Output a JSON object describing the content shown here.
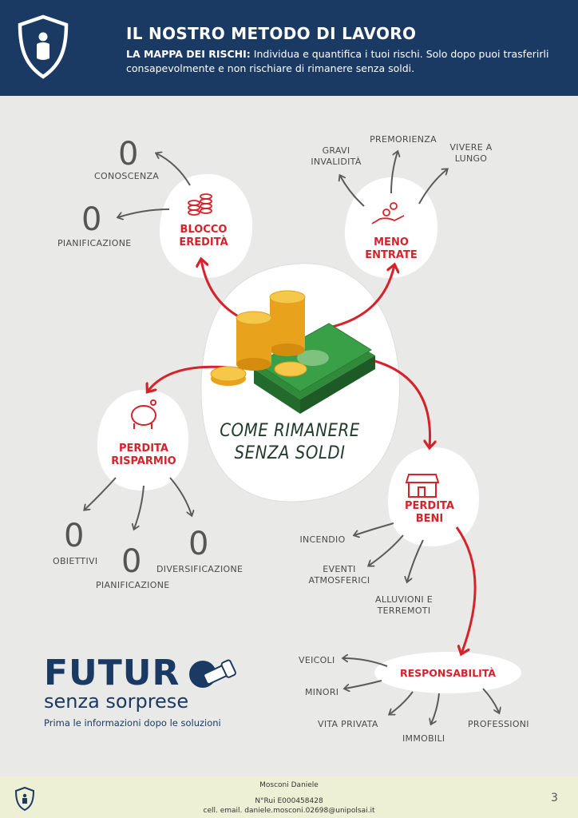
{
  "header": {
    "title": "IL NOSTRO METODO DI LAVORO",
    "subtitle_bold": "LA MAPPA DEI RISCHI:",
    "subtitle_text": " Individua e quantifica i tuoi rischi. Solo dopo puoi trasferirli consapevolmente e non rischiare di rimanere senza soldi."
  },
  "center": {
    "title_line1": "COME RIMANERE",
    "title_line2": "SENZA SOLDI"
  },
  "blocco": {
    "line1": "BLOCCO",
    "line2": "EREDITÀ",
    "items": [
      {
        "value": "0",
        "label": "CONOSCENZA"
      },
      {
        "value": "0",
        "label": "PIANIFICAZIONE"
      }
    ]
  },
  "meno": {
    "line1": "MENO",
    "line2": "ENTRATE",
    "items": [
      {
        "line1": "GRAVI",
        "line2": "INVALIDITÀ"
      },
      {
        "line1": "PREMORIENZA"
      },
      {
        "line1": "VIVERE A",
        "line2": "LUNGO"
      }
    ]
  },
  "risparmio": {
    "line1": "PERDITA",
    "line2": "RISPARMIO",
    "items": [
      {
        "value": "0",
        "label": "OBIETTIVI"
      },
      {
        "value": "0",
        "label": "PIANIFICAZIONE"
      },
      {
        "value": "0",
        "label": "DIVERSIFICAZIONE"
      }
    ]
  },
  "beni": {
    "line1": "PERDITA",
    "line2": "BENI",
    "items": [
      {
        "line1": "INCENDIO"
      },
      {
        "line1": "EVENTI",
        "line2": "ATMOSFERICI"
      },
      {
        "line1": "ALLUVIONI E",
        "line2": "TERREMOTI"
      }
    ]
  },
  "responsabilita": {
    "label": "RESPONSABILITÀ",
    "items": [
      "VEICOLI",
      "MINORI",
      "VITA PRIVATA",
      "IMMOBILI",
      "PROFESSIONI"
    ]
  },
  "logo": {
    "futuro": "FUTUR",
    "senza": "senza sorprese",
    "tagline": "Prima le informazioni dopo le soluzioni"
  },
  "footer": {
    "name": "Mosconi Daniele",
    "rui": "N°Rui E000458428",
    "contact": "cell. email. daniele.mosconi.02698@unipolsai.it",
    "page": "3"
  },
  "colors": {
    "navy": "#1a3a63",
    "red": "#d6232b",
    "bg": "#e9e9e8",
    "footer": "#eef0d6"
  }
}
